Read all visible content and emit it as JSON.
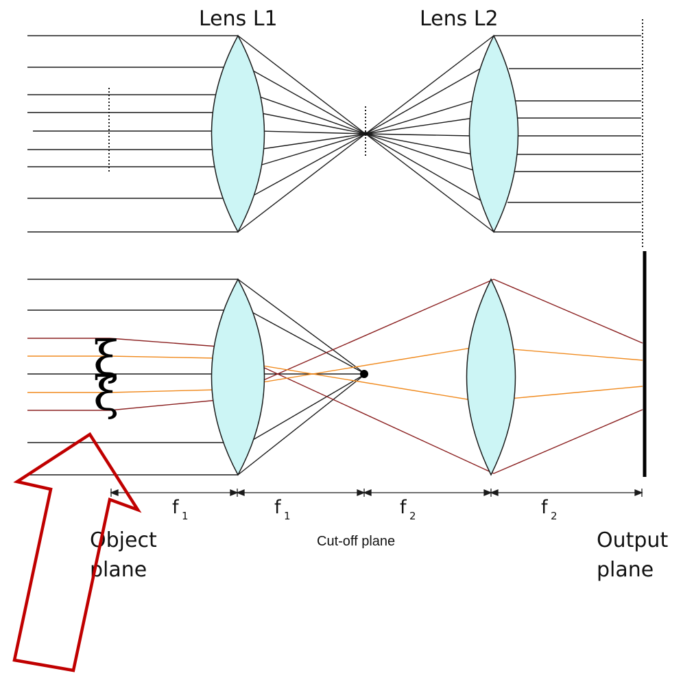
{
  "labels": {
    "lens1": "Lens L1",
    "lens2": "Lens L2",
    "object_plane_line1": "Object",
    "object_plane_line2": "plane",
    "output_plane_line1": "Output",
    "output_plane_line2": "plane",
    "cutoff_plane": "Cut-off  plane",
    "focal_letter": "f",
    "focal_sub_1": "1",
    "focal_sub_2": "2",
    "object_symbol": "ξ"
  },
  "colors": {
    "lens_fill": "#ccf5f5",
    "ray_black": "#1a1a1a",
    "ray_orange": "#f08a1e",
    "ray_darkred": "#8a1f1f",
    "arrow_outline": "#c00000"
  }
}
